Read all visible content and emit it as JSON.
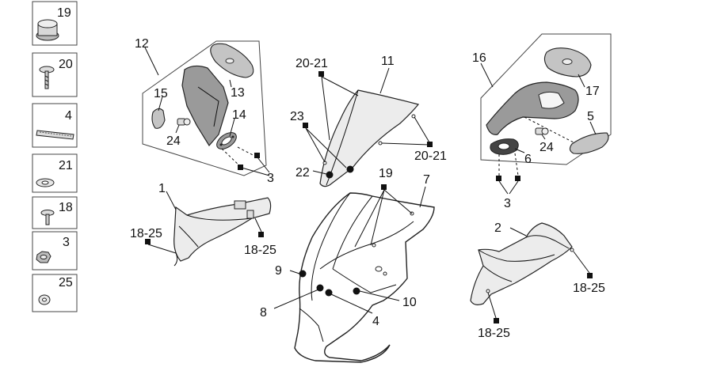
{
  "legend_items": [
    {
      "number": "19",
      "icon": "grommet-icon"
    },
    {
      "number": "20",
      "icon": "screw-icon"
    },
    {
      "number": "4",
      "icon": "adhesive-strip-icon"
    },
    {
      "number": "21",
      "icon": "washer-icon"
    },
    {
      "number": "18",
      "icon": "bolt-icon"
    },
    {
      "number": "3",
      "icon": "nut-icon"
    },
    {
      "number": "25",
      "icon": "flat-washer-icon"
    }
  ],
  "callouts": {
    "c12": "12",
    "c13": "13",
    "c14": "14",
    "c15": "15",
    "c24a": "24",
    "c3a": "3",
    "c2021a": "20-21",
    "c11": "11",
    "c23": "23",
    "c22": "22",
    "c2021b": "20-21",
    "c16": "16",
    "c17": "17",
    "c5": "5",
    "c24b": "24",
    "c6": "6",
    "c3b": "3",
    "c1": "1",
    "c1825a": "18-25",
    "c1825b": "18-25",
    "c19": "19",
    "c7": "7",
    "c9": "9",
    "c8": "8",
    "c4": "4",
    "c10": "10",
    "c2": "2",
    "c1825c": "18-25",
    "c1825d": "18-25"
  }
}
